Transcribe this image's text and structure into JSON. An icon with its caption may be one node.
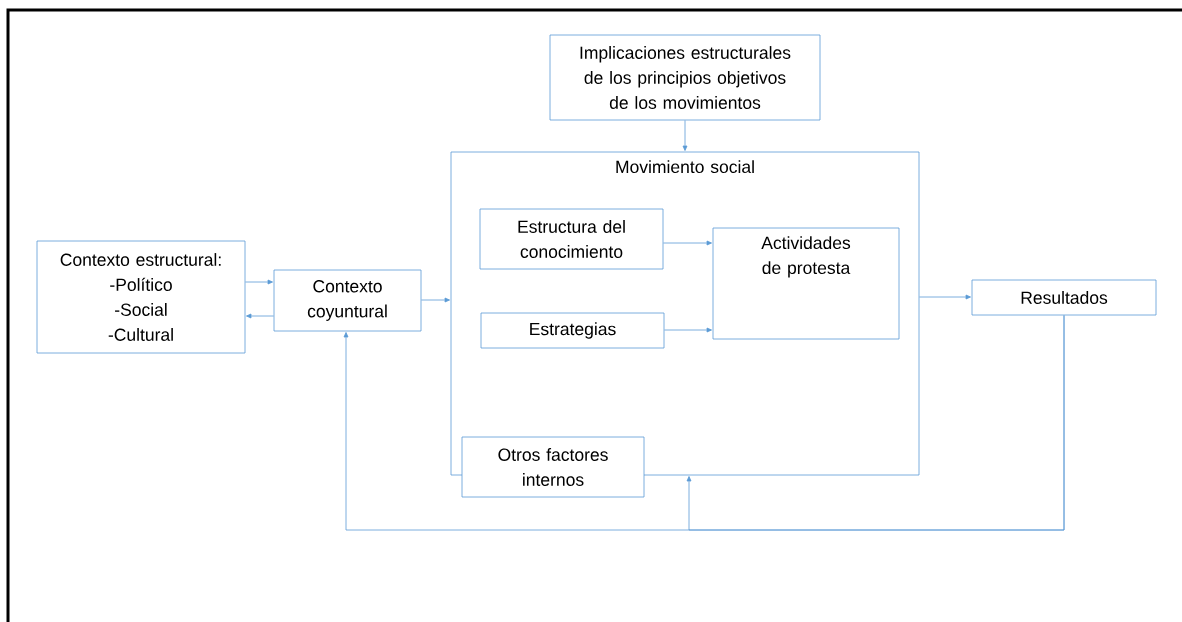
{
  "diagram": {
    "nodes": [
      {
        "text": [
          "Implicaciones estructurales de los principios objetivos de los movimientos"
        ]
      },
      {
        "text": [
          "Movimiento social"
        ]
      },
      {
        "text": [
          "Estructura del conocimiento"
        ],
        "in": 1
      },
      {
        "text": [
          "Actividades de protesta"
        ],
        "in": 1
      },
      {
        "text": [
          "Estrategias"
        ],
        "in": 1
      },
      {
        "text": [
          "Otros factores internos"
        ]
      },
      {
        "text": [
          "Contexto estructural:",
          "-Político",
          "-Social",
          "-Cultural"
        ]
      },
      {
        "text": [
          "Contexto coyuntural"
        ]
      },
      {
        "text": [
          "Resultados"
        ]
      }
    ],
    "edges": [
      {
        "from": 0,
        "to": 1,
        "arrow": "to"
      },
      {
        "from": 6,
        "to": 7,
        "arrow": "to"
      },
      {
        "from": 7,
        "to": 6,
        "arrow": "to"
      },
      {
        "from": 7,
        "to": 1,
        "arrow": "to"
      },
      {
        "from": 2,
        "to": 3,
        "arrow": "to"
      },
      {
        "from": 4,
        "to": 3,
        "arrow": "to"
      },
      {
        "from": 1,
        "to": 8,
        "arrow": "to"
      },
      {
        "from": 8,
        "to": 7,
        "arrow": "to"
      },
      {
        "from": 8,
        "to": 1,
        "arrow": "to"
      }
    ]
  }
}
